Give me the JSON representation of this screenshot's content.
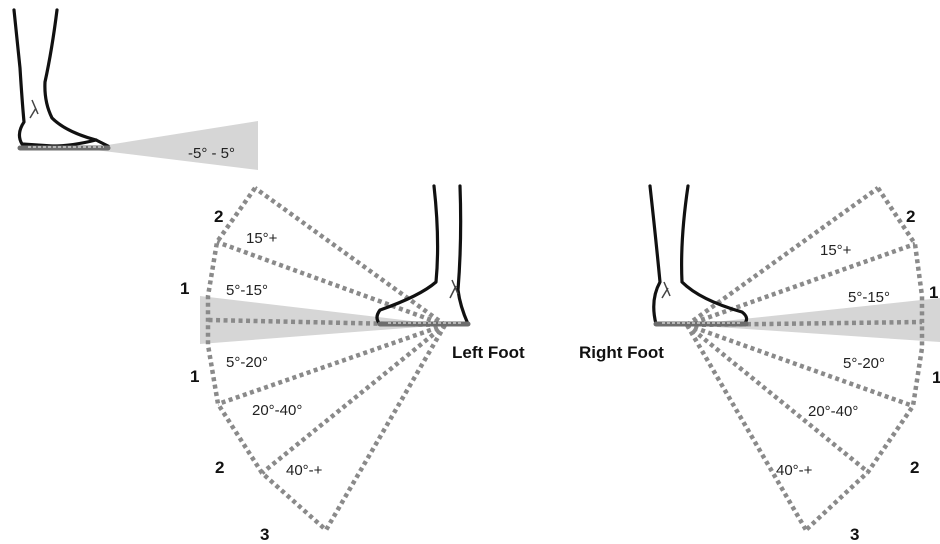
{
  "colors": {
    "shade": "#d6d6d6",
    "dotted_line": "#8a8a8a",
    "foot_outline": "#111111",
    "sole": "#6d6d6d"
  },
  "neutral_foot": {
    "range_label": "-5° - 5°"
  },
  "left_foot": {
    "title": "Left Foot",
    "sectors": [
      {
        "label": "15°+",
        "rank_upper": "2"
      },
      {
        "label": "5°-15°",
        "rank_upper": "1"
      },
      {
        "label": "5°-20°",
        "rank_lower": "1"
      },
      {
        "label": "20°-40°"
      },
      {
        "label": "40°-+",
        "rank_lower": "2"
      }
    ],
    "bottom_rank": "3"
  },
  "right_foot": {
    "title": "Right Foot",
    "sectors": [
      {
        "label": "15°+",
        "rank_upper": "2"
      },
      {
        "label": "5°-15°",
        "rank_upper": "1"
      },
      {
        "label": "5°-20°",
        "rank_lower": "1"
      },
      {
        "label": "20°-40°"
      },
      {
        "label": "40°-+",
        "rank_lower": "2"
      }
    ],
    "bottom_rank": "3"
  }
}
